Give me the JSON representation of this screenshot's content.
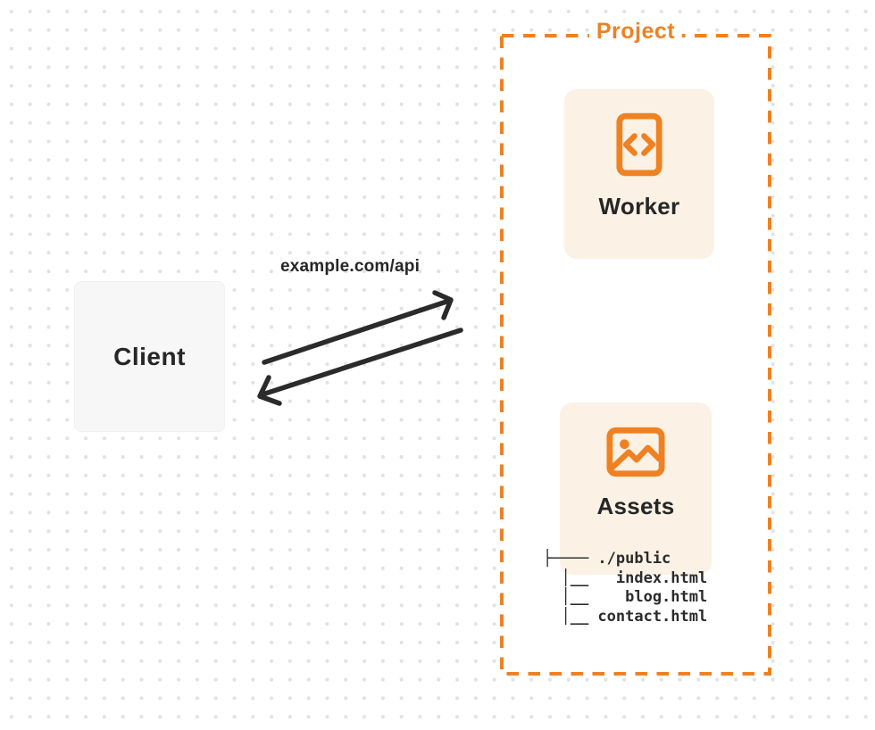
{
  "diagram": {
    "client": {
      "label": "Client"
    },
    "request": {
      "label": "example.com/api"
    },
    "project": {
      "label": "Project",
      "worker": {
        "label": "Worker",
        "icon": "code-file-icon"
      },
      "assets": {
        "label": "Assets",
        "icon": "image-icon",
        "file_tree": "├──── ./public\n  │__   index.html\n  │__    blog.html\n  │__ contact.html"
      }
    },
    "colors": {
      "accent_orange": "#EF8122",
      "card_cream": "#FBF1E4",
      "client_gray": "#F7F7F8",
      "ink": "#262626",
      "dot_grid": "#E2E2E2"
    }
  }
}
